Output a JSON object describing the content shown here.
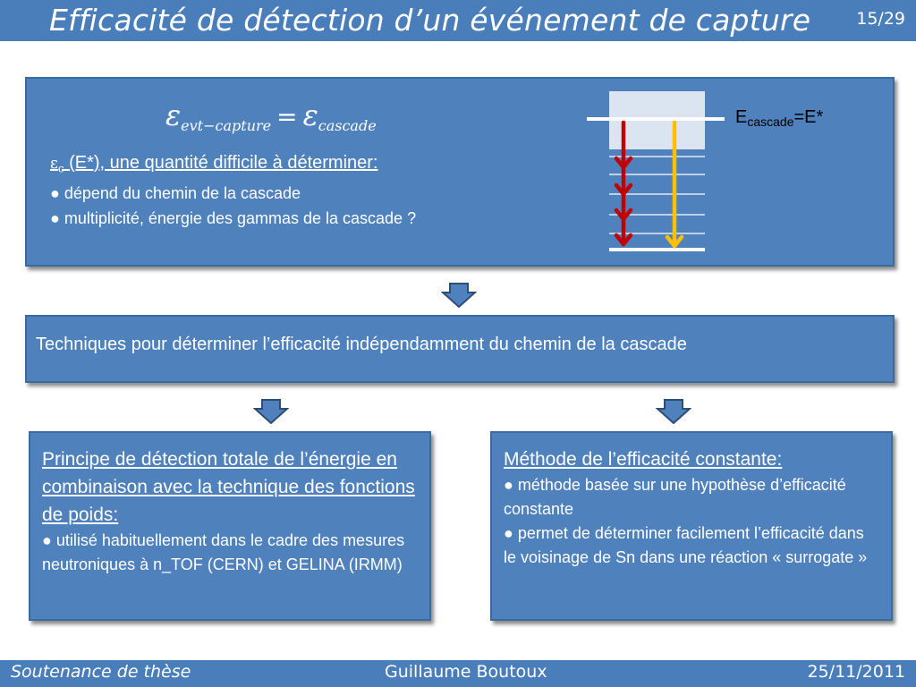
{
  "header": {
    "title": "Efficacité de détection d’un événement de capture",
    "page": "15/29"
  },
  "equation": {
    "lhs_sub": "evt−capture",
    "rhs_sub": "cascade"
  },
  "intro": {
    "symbol": "ε",
    "symbol_sub": "c",
    "heading": " (E*), une quantité difficile à déterminer:",
    "bullets": [
      "● dépend du chemin de la cascade",
      "● multiplicité, énergie des gammas de la cascade ?"
    ]
  },
  "diagram": {
    "label_E": "E",
    "label_sub": "cascade",
    "label_rest": "=E*",
    "colors": {
      "red": "#c00000",
      "yellow": "#ffc000",
      "band": "#dbe5f1"
    }
  },
  "middle": {
    "text": "Techniques pour déterminer l’efficacité indépendamment du chemin de la cascade"
  },
  "left_box": {
    "heading": "Principe de détection totale de l’énergie en combinaison avec la technique des fonctions de poids:",
    "bullets": [
      "● utilisé habituellement dans le cadre des mesures neutroniques à n_TOF (CERN) et  GELINA (IRMM)"
    ]
  },
  "right_box": {
    "heading": "Méthode de l’efficacité constante:",
    "bullets": [
      "● méthode basée sur une hypothèse d’efficacité constante",
      "● permet de déterminer facilement l’efficacité dans le voisinage de Sn dans une réaction « surrogate »"
    ]
  },
  "footer": {
    "left": "Soutenance de thèse",
    "center": "Guillaume Boutoux",
    "right": "25/11/2011"
  }
}
